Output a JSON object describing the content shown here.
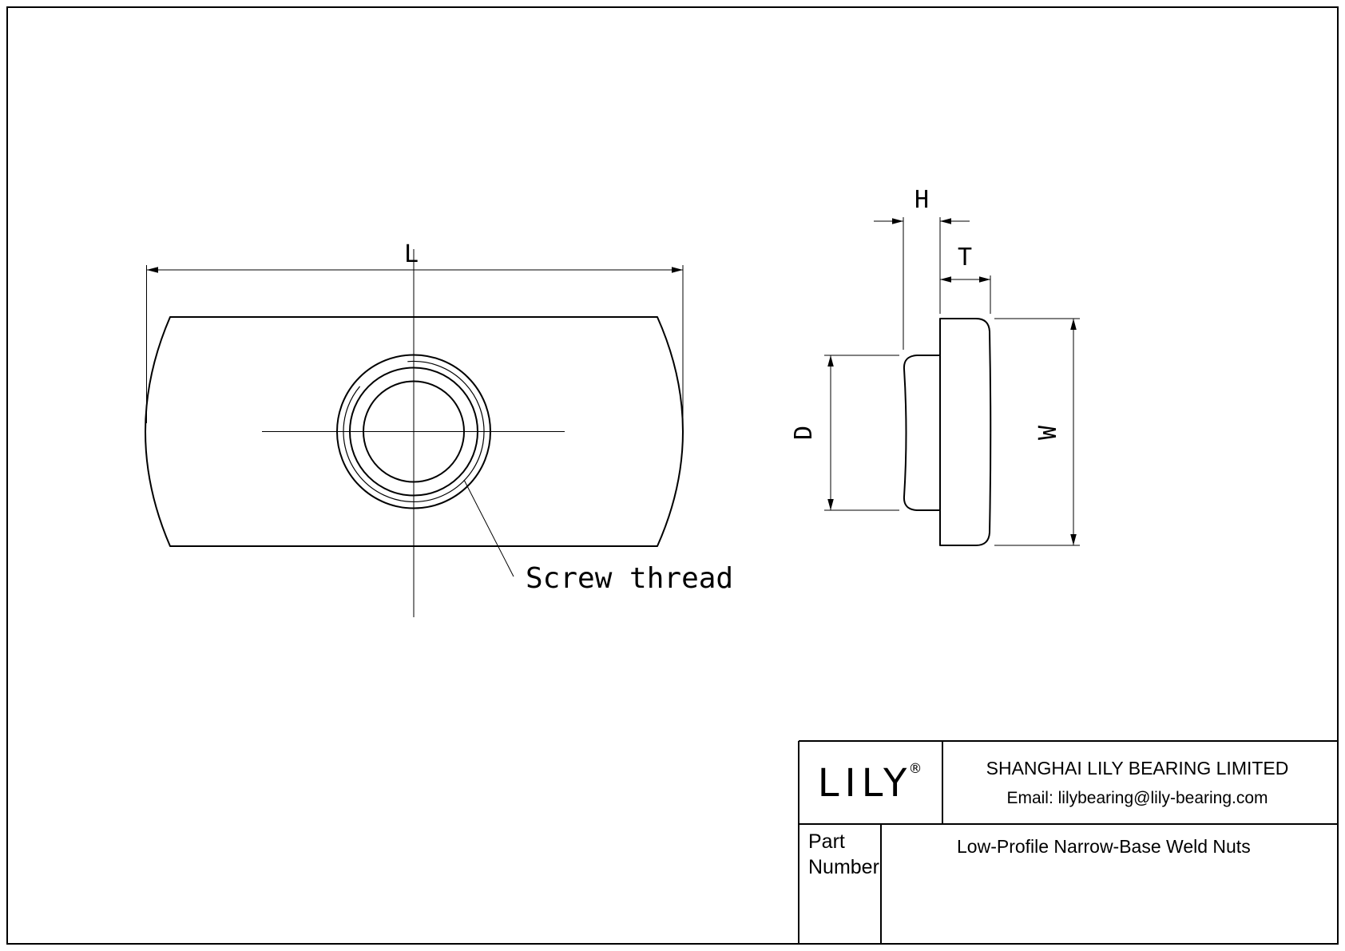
{
  "drawing": {
    "dimensions": {
      "length": "L",
      "height": "H",
      "thickness": "T",
      "diameter": "D",
      "width": "W"
    },
    "annotations": {
      "screw_thread": "Screw thread"
    }
  },
  "title_block": {
    "logo": "LILY",
    "registered": "®",
    "company": "SHANGHAI LILY BEARING LIMITED",
    "email": "Email: lilybearing@lily-bearing.com",
    "part_label_line1": "Part",
    "part_label_line2": "Number",
    "part_name": "Low-Profile Narrow-Base Weld Nuts"
  },
  "colors": {
    "line": "#000000",
    "background": "#ffffff"
  }
}
